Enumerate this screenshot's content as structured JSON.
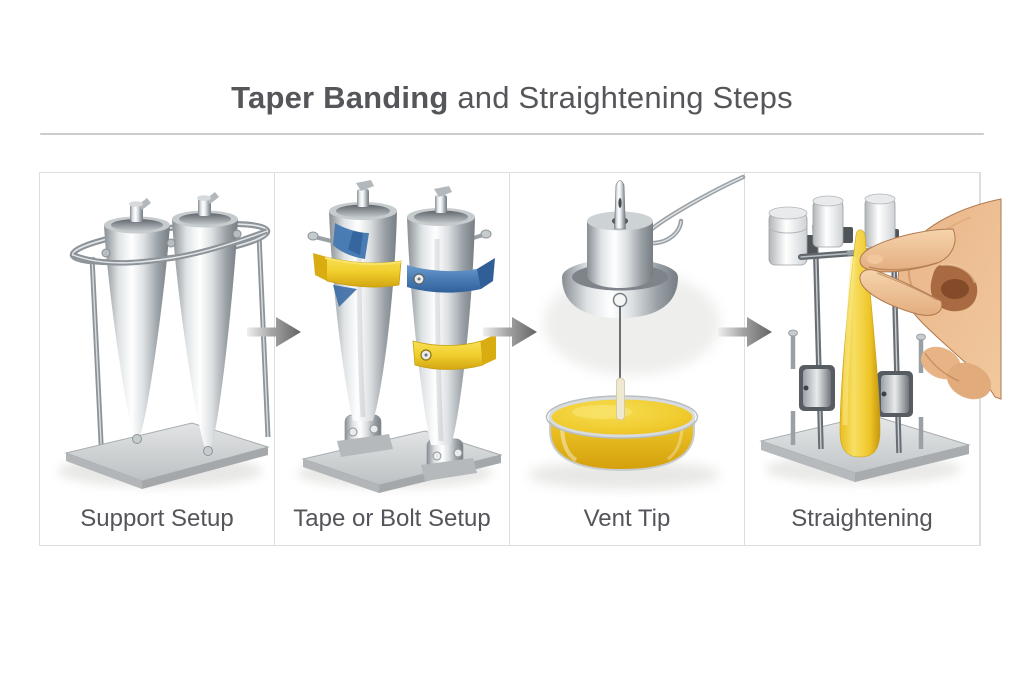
{
  "header": {
    "title_bold": "Taper Banding",
    "title_rest": " and Straightening Steps"
  },
  "steps": [
    {
      "label": "Support Setup",
      "icon": "taper-molds-on-support-stand-illustration"
    },
    {
      "label": "Tape or Bolt Setup",
      "icon": "molds-with-tape-and-bolt-bands-illustration"
    },
    {
      "label": "Vent Tip",
      "icon": "vent-tip-over-wax-dish-illustration"
    },
    {
      "label": "Straightening",
      "icon": "hand-straightening-taper-illustration"
    }
  ],
  "arrows": {
    "count": 3,
    "direction": "right"
  },
  "colors": {
    "title_text": "#55565a",
    "caption_text": "#54555a",
    "divider": "#cccccc",
    "panel_border": "#dedede",
    "arrow_gray": "#696969",
    "tape_yellow": "#f0ce2c",
    "band_blue": "#4a7cb4",
    "wax_yellow": "#eec31f",
    "metal_gray": "#b9bec2",
    "skin_tone": "#e6b286"
  }
}
